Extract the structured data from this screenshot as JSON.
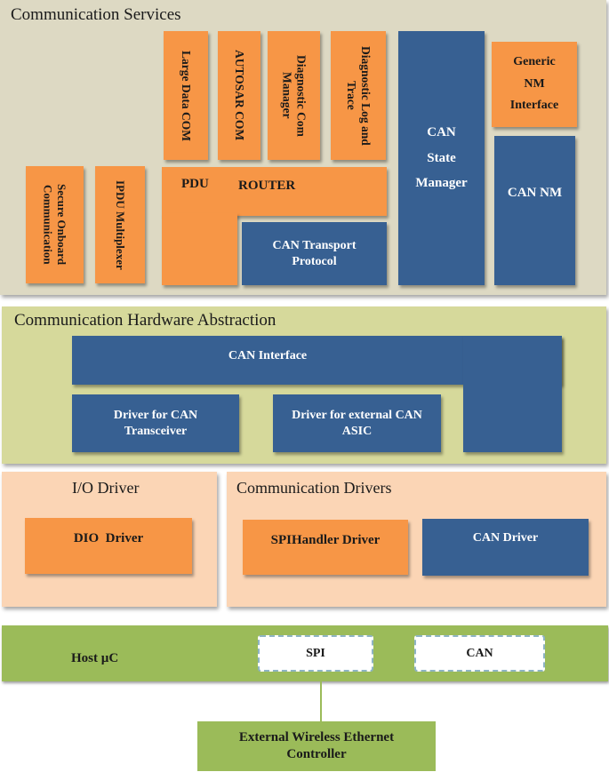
{
  "layers": {
    "communication_services": "Communication Services",
    "hardware_abstraction": "Communication Hardware Abstraction",
    "io_driver": "I/O Driver",
    "communication_drivers": "Communication Drivers"
  },
  "services": {
    "large_data_com": "Large Data COM",
    "autosar_com": "AUTOSAR COM",
    "diagnostic_com_manager": "Diagnostic Com Manager",
    "diagnostic_log_trace": "Diagnostic Log and Trace",
    "can_state_manager": "CAN State Manager",
    "generic_nm_interface": "Generic NM Interface",
    "can_nm": "CAN NM",
    "secure_onboard": "Secure Onboard Communication",
    "ipdu_multiplexer": "IPDU Multiplexer",
    "pdu": "PDU",
    "router": "ROUTER",
    "can_transport_protocol": "CAN Transport Protocol"
  },
  "hardware": {
    "can_interface": "CAN Interface",
    "driver_can_transceiver": "Driver for CAN Transceiver",
    "driver_external_can_asic": "Driver for external CAN ASIC"
  },
  "drivers": {
    "dio_driver": "DIO  Driver",
    "spihandler_driver": "SPIHandler Driver",
    "can_driver": "CAN Driver"
  },
  "host": {
    "label": "Host µC",
    "spi": "SPI",
    "can": "CAN"
  },
  "external": {
    "controller": "External Wireless Ethernet Controller"
  },
  "colors": {
    "orange": "#f79646",
    "blue": "#376092",
    "green": "#9bbb59",
    "services_bg": "#ddd9c3",
    "hw_abstraction_bg": "#d6d99b",
    "drivers_bg": "#fbd5b5"
  }
}
